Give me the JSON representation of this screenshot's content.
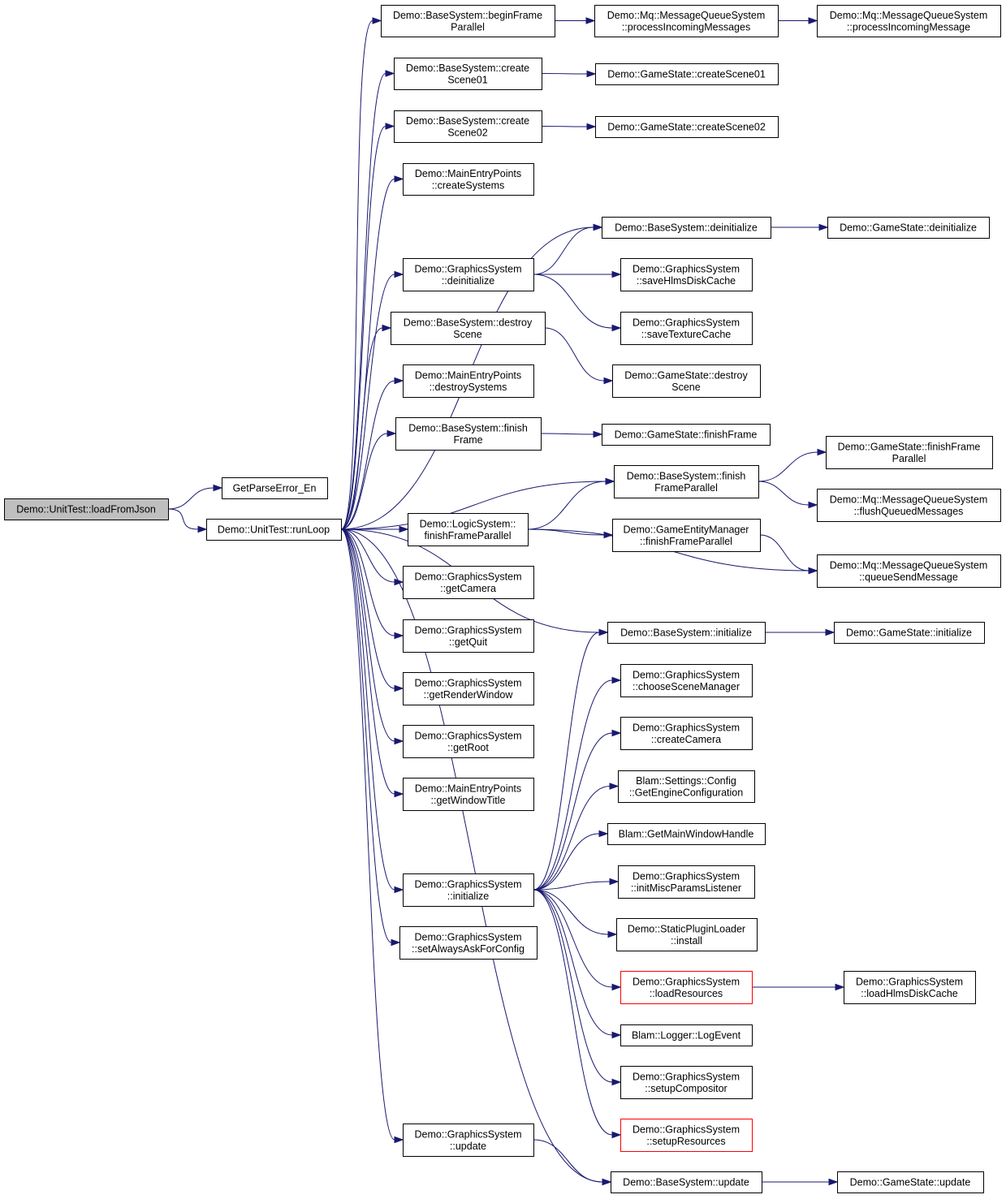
{
  "colors": {
    "edge": "#191970",
    "root_fill": "#bfbfbf",
    "node_border": "#000000",
    "highlight_border": "#ff0000"
  },
  "nodes": [
    {
      "id": "root",
      "lines": [
        "Demo::UnitTest::loadFromJson"
      ],
      "style": "root"
    },
    {
      "id": "gpe",
      "lines": [
        "GetParseError_En"
      ]
    },
    {
      "id": "runloop",
      "lines": [
        "Demo::UnitTest::runLoop"
      ]
    },
    {
      "id": "bs_begin",
      "lines": [
        "Demo::BaseSystem::beginFrame",
        "Parallel"
      ]
    },
    {
      "id": "mq_procs",
      "lines": [
        "Demo::Mq::MessageQueueSystem",
        "::processIncomingMessages"
      ]
    },
    {
      "id": "mq_proc",
      "lines": [
        "Demo::Mq::MessageQueueSystem",
        "::processIncomingMessage"
      ]
    },
    {
      "id": "bs_cs01",
      "lines": [
        "Demo::BaseSystem::create",
        "Scene01"
      ]
    },
    {
      "id": "gs_cs01",
      "lines": [
        "Demo::GameState::createScene01"
      ]
    },
    {
      "id": "bs_cs02",
      "lines": [
        "Demo::BaseSystem::create",
        "Scene02"
      ]
    },
    {
      "id": "gs_cs02",
      "lines": [
        "Demo::GameState::createScene02"
      ]
    },
    {
      "id": "mep_create",
      "lines": [
        "Demo::MainEntryPoints",
        "::createSystems"
      ]
    },
    {
      "id": "bs_deinit",
      "lines": [
        "Demo::BaseSystem::deinitialize"
      ]
    },
    {
      "id": "gst_deinit",
      "lines": [
        "Demo::GameState::deinitialize"
      ]
    },
    {
      "id": "grs_deinit",
      "lines": [
        "Demo::GraphicsSystem",
        "::deinitialize"
      ]
    },
    {
      "id": "grs_savehlms",
      "lines": [
        "Demo::GraphicsSystem",
        "::saveHlmsDiskCache"
      ]
    },
    {
      "id": "grs_savetex",
      "lines": [
        "Demo::GraphicsSystem",
        "::saveTextureCache"
      ]
    },
    {
      "id": "bs_destroy",
      "lines": [
        "Demo::BaseSystem::destroy",
        "Scene"
      ]
    },
    {
      "id": "gst_destroy",
      "lines": [
        "Demo::GameState::destroy",
        "Scene"
      ]
    },
    {
      "id": "mep_destroy",
      "lines": [
        "Demo::MainEntryPoints",
        "::destroySystems"
      ]
    },
    {
      "id": "bs_finish",
      "lines": [
        "Demo::BaseSystem::finish",
        "Frame"
      ]
    },
    {
      "id": "gst_finish",
      "lines": [
        "Demo::GameState::finishFrame"
      ]
    },
    {
      "id": "gst_finishpar",
      "lines": [
        "Demo::GameState::finishFrame",
        "Parallel"
      ]
    },
    {
      "id": "bs_finishpar",
      "lines": [
        "Demo::BaseSystem::finish",
        "FrameParallel"
      ]
    },
    {
      "id": "mq_flush",
      "lines": [
        "Demo::Mq::MessageQueueSystem",
        "::flushQueuedMessages"
      ]
    },
    {
      "id": "ls_finishpar",
      "lines": [
        "Demo::LogicSystem::",
        "finishFrameParallel"
      ]
    },
    {
      "id": "gem_finishpar",
      "lines": [
        "Demo::GameEntityManager",
        "::finishFrameParallel"
      ]
    },
    {
      "id": "mq_queue",
      "lines": [
        "Demo::Mq::MessageQueueSystem",
        "::queueSendMessage"
      ]
    },
    {
      "id": "grs_getcam",
      "lines": [
        "Demo::GraphicsSystem",
        "::getCamera"
      ]
    },
    {
      "id": "grs_getquit",
      "lines": [
        "Demo::GraphicsSystem",
        "::getQuit"
      ]
    },
    {
      "id": "grs_getrw",
      "lines": [
        "Demo::GraphicsSystem",
        "::getRenderWindow"
      ]
    },
    {
      "id": "grs_getroot",
      "lines": [
        "Demo::GraphicsSystem",
        "::getRoot"
      ]
    },
    {
      "id": "mep_title",
      "lines": [
        "Demo::MainEntryPoints",
        "::getWindowTitle"
      ]
    },
    {
      "id": "bs_init",
      "lines": [
        "Demo::BaseSystem::initialize"
      ]
    },
    {
      "id": "gst_init",
      "lines": [
        "Demo::GameState::initialize"
      ]
    },
    {
      "id": "grs_choose",
      "lines": [
        "Demo::GraphicsSystem",
        "::chooseSceneManager"
      ]
    },
    {
      "id": "grs_createcam",
      "lines": [
        "Demo::GraphicsSystem",
        "::createCamera"
      ]
    },
    {
      "id": "blam_config",
      "lines": [
        "Blam::Settings::Config",
        "::GetEngineConfiguration"
      ]
    },
    {
      "id": "blam_hwnd",
      "lines": [
        "Blam::GetMainWindowHandle"
      ]
    },
    {
      "id": "grs_initmisc",
      "lines": [
        "Demo::GraphicsSystem",
        "::initMiscParamsListener"
      ]
    },
    {
      "id": "grs_init",
      "lines": [
        "Demo::GraphicsSystem",
        "::initialize"
      ]
    },
    {
      "id": "spl_install",
      "lines": [
        "Demo::StaticPluginLoader",
        "::install"
      ]
    },
    {
      "id": "grs_loadres",
      "lines": [
        "Demo::GraphicsSystem",
        "::loadResources"
      ],
      "style": "red"
    },
    {
      "id": "grs_loadhlms",
      "lines": [
        "Demo::GraphicsSystem",
        "::loadHlmsDiskCache"
      ]
    },
    {
      "id": "grs_setask",
      "lines": [
        "Demo::GraphicsSystem",
        "::setAlwaysAskForConfig"
      ]
    },
    {
      "id": "blam_log",
      "lines": [
        "Blam::Logger::LogEvent"
      ]
    },
    {
      "id": "grs_setupcomp",
      "lines": [
        "Demo::GraphicsSystem",
        "::setupCompositor"
      ]
    },
    {
      "id": "grs_setupres",
      "lines": [
        "Demo::GraphicsSystem",
        "::setupResources"
      ],
      "style": "red"
    },
    {
      "id": "grs_update",
      "lines": [
        "Demo::GraphicsSystem",
        "::update"
      ]
    },
    {
      "id": "bs_update",
      "lines": [
        "Demo::BaseSystem::update"
      ]
    },
    {
      "id": "gst_update",
      "lines": [
        "Demo::GameState::update"
      ]
    }
  ],
  "edges": [
    [
      "root",
      "gpe"
    ],
    [
      "root",
      "runloop"
    ],
    [
      "runloop",
      "bs_begin"
    ],
    [
      "runloop",
      "bs_cs01"
    ],
    [
      "runloop",
      "bs_cs02"
    ],
    [
      "runloop",
      "mep_create"
    ],
    [
      "runloop",
      "bs_deinit"
    ],
    [
      "runloop",
      "grs_deinit"
    ],
    [
      "runloop",
      "bs_destroy"
    ],
    [
      "runloop",
      "mep_destroy"
    ],
    [
      "runloop",
      "bs_finish"
    ],
    [
      "runloop",
      "bs_finishpar"
    ],
    [
      "runloop",
      "ls_finishpar"
    ],
    [
      "runloop",
      "grs_getcam"
    ],
    [
      "runloop",
      "grs_getquit"
    ],
    [
      "runloop",
      "grs_getrw"
    ],
    [
      "runloop",
      "grs_getroot"
    ],
    [
      "runloop",
      "mep_title"
    ],
    [
      "runloop",
      "bs_init"
    ],
    [
      "runloop",
      "grs_init"
    ],
    [
      "runloop",
      "grs_setask"
    ],
    [
      "runloop",
      "grs_update"
    ],
    [
      "runloop",
      "bs_update"
    ],
    [
      "bs_begin",
      "mq_procs"
    ],
    [
      "mq_procs",
      "mq_proc"
    ],
    [
      "bs_cs01",
      "gs_cs01"
    ],
    [
      "bs_cs02",
      "gs_cs02"
    ],
    [
      "bs_deinit",
      "gst_deinit"
    ],
    [
      "grs_deinit",
      "bs_deinit"
    ],
    [
      "grs_deinit",
      "grs_savehlms"
    ],
    [
      "grs_deinit",
      "grs_savetex"
    ],
    [
      "bs_destroy",
      "gst_destroy"
    ],
    [
      "bs_finish",
      "gst_finish"
    ],
    [
      "bs_finishpar",
      "gst_finishpar"
    ],
    [
      "bs_finishpar",
      "mq_flush"
    ],
    [
      "ls_finishpar",
      "bs_finishpar"
    ],
    [
      "ls_finishpar",
      "gem_finishpar"
    ],
    [
      "ls_finishpar",
      "mq_queue"
    ],
    [
      "gem_finishpar",
      "mq_queue"
    ],
    [
      "bs_init",
      "gst_init"
    ],
    [
      "grs_init",
      "bs_init"
    ],
    [
      "grs_init",
      "grs_choose"
    ],
    [
      "grs_init",
      "grs_createcam"
    ],
    [
      "grs_init",
      "blam_config"
    ],
    [
      "grs_init",
      "blam_hwnd"
    ],
    [
      "grs_init",
      "grs_initmisc"
    ],
    [
      "grs_init",
      "spl_install"
    ],
    [
      "grs_init",
      "grs_loadres"
    ],
    [
      "grs_init",
      "blam_log"
    ],
    [
      "grs_init",
      "grs_setupcomp"
    ],
    [
      "grs_init",
      "grs_setupres"
    ],
    [
      "grs_loadres",
      "grs_loadhlms"
    ],
    [
      "grs_update",
      "bs_update"
    ],
    [
      "bs_update",
      "gst_update"
    ]
  ]
}
